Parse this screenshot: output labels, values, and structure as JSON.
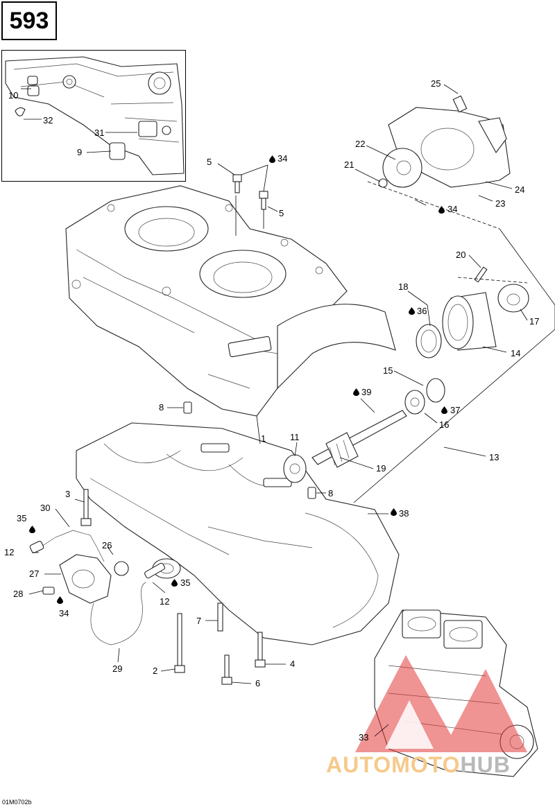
{
  "page_number": "593",
  "figure_code": "01M0702b",
  "watermark": {
    "part1": "AUTOMOTO",
    "part2": "HUB"
  },
  "colors": {
    "line": "#222222",
    "watermark_red": "#e23b3b",
    "watermark_orange": "#f6c98a",
    "watermark_grey": "#b9b9b9"
  },
  "lube_icon": "oil-drop-icon",
  "callouts": {
    "c1": "1",
    "c2": "2",
    "c3": "3",
    "c4": "4",
    "c5a": "5",
    "c5b": "5",
    "c6": "6",
    "c7": "7",
    "c8a": "8",
    "c8b": "8",
    "c9": "9",
    "c10": "10",
    "c11": "11",
    "c12a": "12",
    "c12b": "12",
    "c13": "13",
    "c14": "14",
    "c15": "15",
    "c16": "16",
    "c17": "17",
    "c18": "18",
    "c19": "19",
    "c20": "20",
    "c21": "21",
    "c22": "22",
    "c23": "23",
    "c24": "24",
    "c25": "25",
    "c26": "26",
    "c27": "27",
    "c28": "28",
    "c29": "29",
    "c30": "30",
    "c31": "31",
    "c32": "32",
    "c33": "33",
    "c34a": "34",
    "c34b": "34",
    "c34c": "34",
    "c35a": "35",
    "c35b": "35",
    "c36": "36",
    "c37": "37",
    "c38": "38",
    "c39": "39"
  }
}
